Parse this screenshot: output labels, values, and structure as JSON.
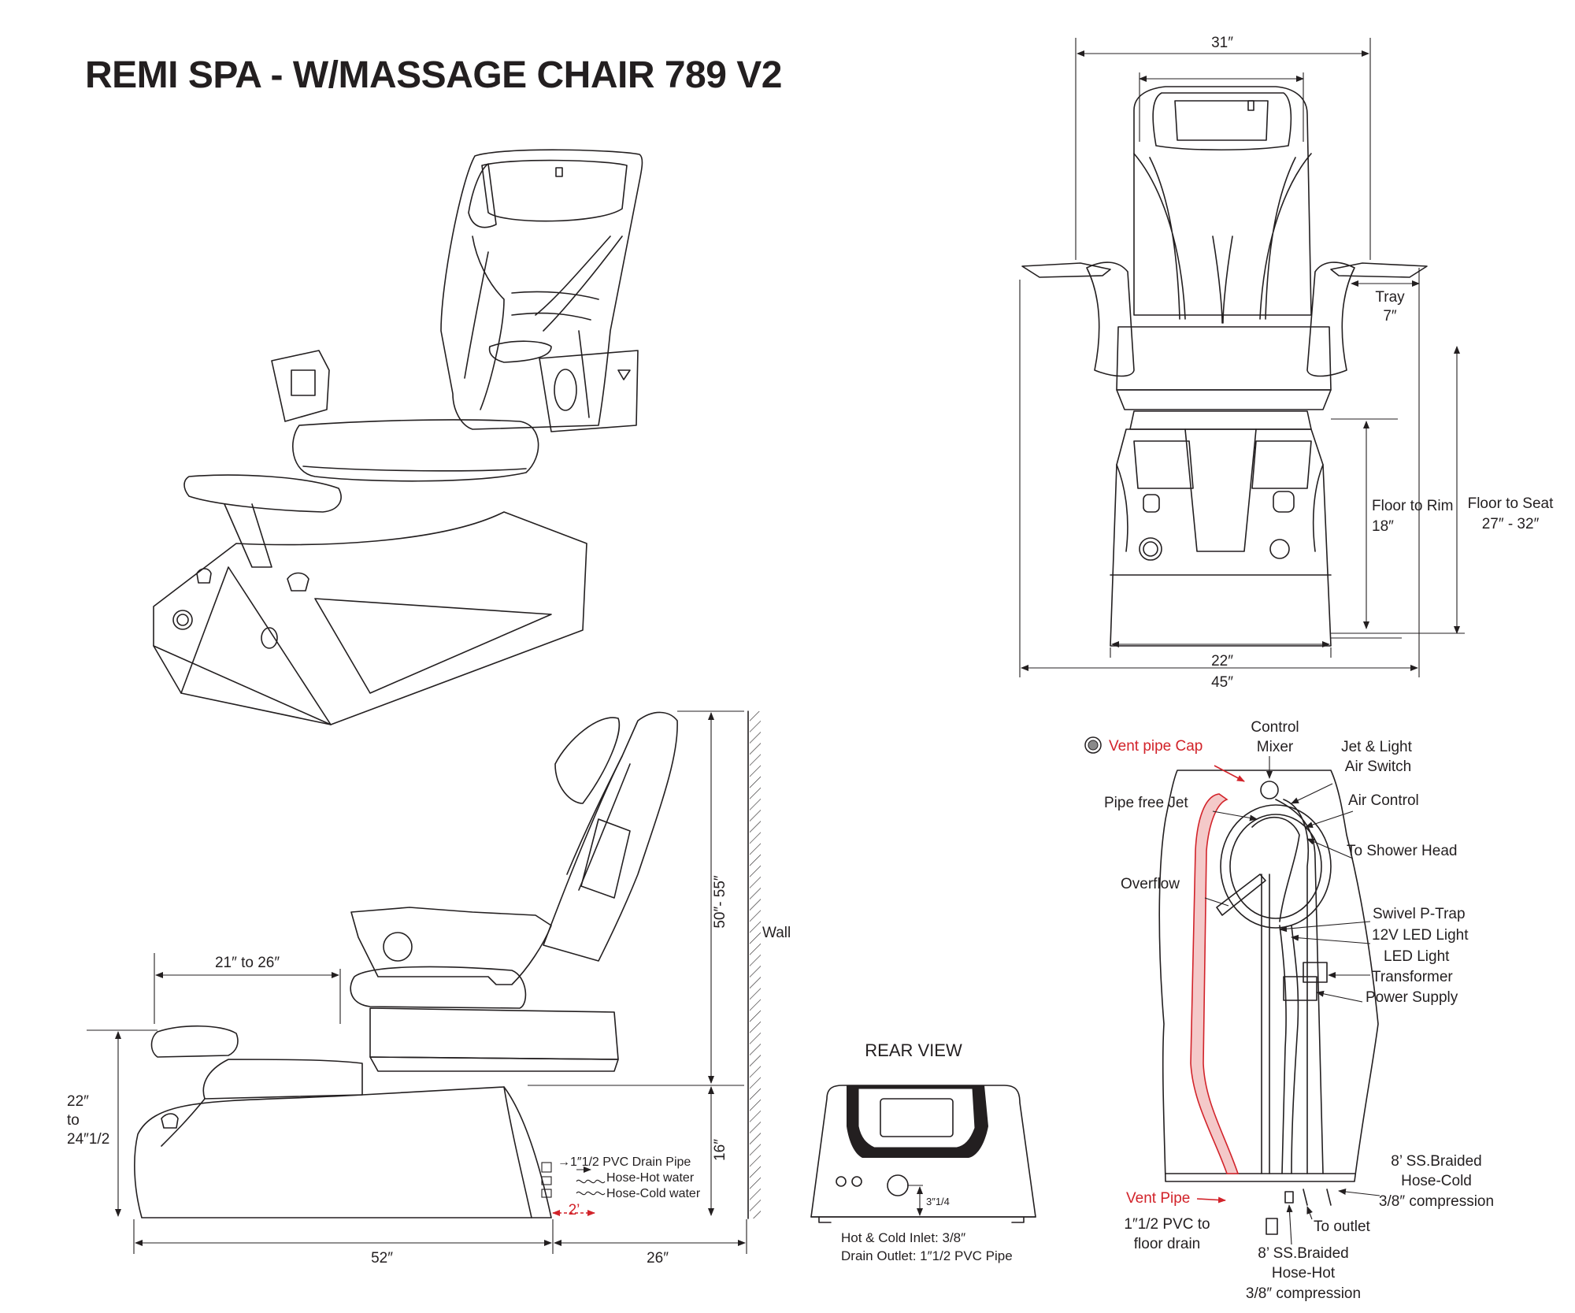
{
  "title": "REMI SPA - W/MASSAGE CHAIR 789 V2",
  "front_view": {
    "width_total": "31″",
    "tray_label": "Tray",
    "tray_value": "7″",
    "floor_to_rim_label": "Floor to Rim",
    "floor_to_rim_value": "18″",
    "floor_to_seat_label": "Floor to Seat",
    "floor_to_seat_value": "27″ - 32″",
    "base_width": "22″",
    "overall_width": "45″"
  },
  "side_view": {
    "footrest_reach": "21″ to 26″",
    "height": "50″- 55″",
    "wall_label": "Wall",
    "base_height": "16″",
    "footrest_height_line1": "22″",
    "footrest_height_line2": "to",
    "footrest_height_line3": "24″1/2",
    "drain_pipe_label": "→1″1/2 PVC Drain Pipe",
    "hose_hot_label": "Hose-Hot water",
    "hose_cold_label": "Hose-Cold water",
    "clearance_label": "2’",
    "length": "52″",
    "wall_clearance": "26″"
  },
  "rear_view": {
    "heading": "REAR VIEW",
    "inlet_height": "3″1/4",
    "note_inlet": "Hot & Cold Inlet: 3/8″",
    "note_drain": "Drain Outlet: 1″1/2 PVC Pipe"
  },
  "plumbing": {
    "vent_pipe_cap": "Vent pipe Cap",
    "control_line1": "Control",
    "control_line2": "Mixer",
    "jet_switch_line1": "Jet & Light",
    "jet_switch_line2": "Air Switch",
    "pipe_free_jet": "Pipe free Jet",
    "air_control": "Air Control",
    "to_shower_head": "To Shower Head",
    "overflow": "Overflow",
    "swivel_ptrap": "Swivel P-Trap",
    "led_12v": "12V LED Light",
    "led_light": "LED Light",
    "transformer": "Transformer",
    "power_supply": "Power Supply",
    "hose_cold_line1": "8’ SS.Braided",
    "hose_cold_line2": "Hose-Cold",
    "hose_cold_line3": "3/8″ compression",
    "vent_pipe": "Vent Pipe",
    "pvc_line1": "1″1/2 PVC to",
    "pvc_line2": "floor drain",
    "to_outlet": "To outlet",
    "hose_hot_line1": "8’ SS.Braided",
    "hose_hot_line2": "Hose-Hot",
    "hose_hot_line3": "3/8″ compression"
  },
  "colors": {
    "ink": "#231f20",
    "accent_red": "#d2232a",
    "vent_fill": "#f4c9c9"
  }
}
